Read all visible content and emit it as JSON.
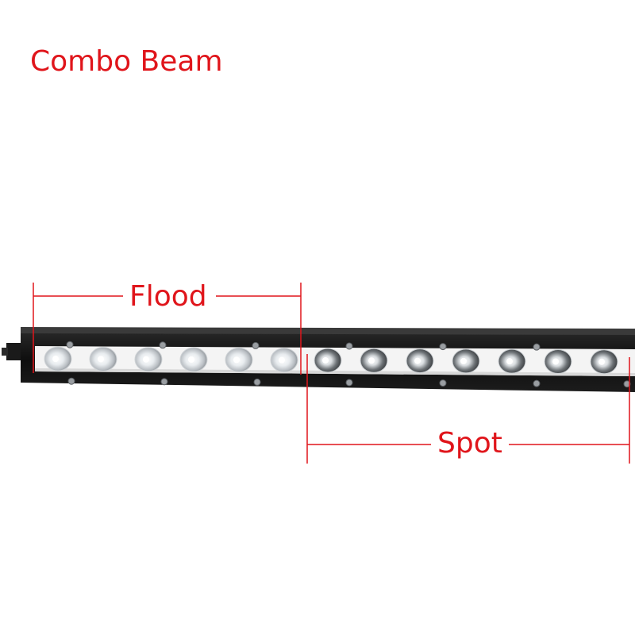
{
  "title": "Combo Beam",
  "labels": {
    "flood": "Flood",
    "spot": "Spot"
  },
  "colors": {
    "annotation": "#e0151b",
    "housing": "#141414",
    "lens_strip": "#f4f4f4",
    "background": "#ffffff"
  },
  "light_bar": {
    "flood_led_count": 6,
    "spot_led_count": 7
  }
}
